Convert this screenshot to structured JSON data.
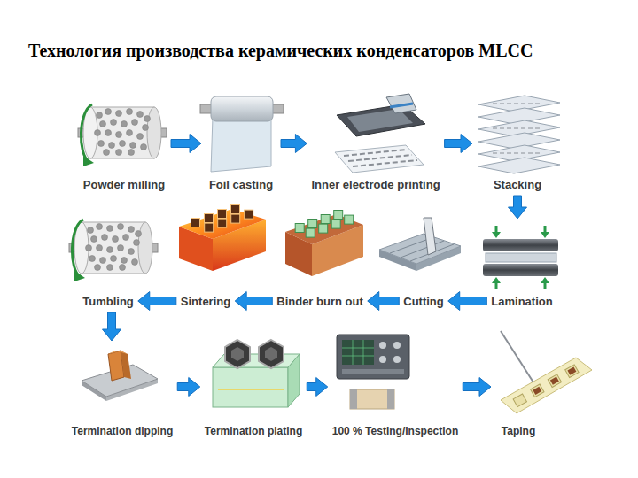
{
  "diagram": {
    "title": "Технология производства керамических конденсаторов MLCC",
    "nodes": [
      {
        "text": [
          "Powder milling"
        ]
      },
      {
        "text": [
          "Foil casting"
        ]
      },
      {
        "text": [
          "Inner electrode printing"
        ]
      },
      {
        "text": [
          "Stacking"
        ]
      },
      {
        "text": [
          "Tumbling"
        ]
      },
      {
        "text": [
          "Sintering"
        ]
      },
      {
        "text": [
          "Binder burn out"
        ]
      },
      {
        "text": [
          "Cutting"
        ]
      },
      {
        "text": [
          "Lamination"
        ]
      },
      {
        "text": [
          "Termination dipping"
        ]
      },
      {
        "text": [
          "Termination plating"
        ]
      },
      {
        "text": [
          "100 % Testing/Inspection"
        ]
      },
      {
        "text": [
          "Taping"
        ]
      }
    ],
    "edges": [
      {
        "from": 0,
        "to": 1,
        "arrow": "to"
      },
      {
        "from": 1,
        "to": 2,
        "arrow": "to"
      },
      {
        "from": 2,
        "to": 3,
        "arrow": "to"
      },
      {
        "from": 3,
        "to": 8,
        "arrow": "to"
      },
      {
        "from": 8,
        "to": 7,
        "arrow": "to"
      },
      {
        "from": 7,
        "to": 6,
        "arrow": "to"
      },
      {
        "from": 6,
        "to": 5,
        "arrow": "to"
      },
      {
        "from": 5,
        "to": 4,
        "arrow": "to"
      },
      {
        "from": 4,
        "to": 9,
        "arrow": "to"
      },
      {
        "from": 9,
        "to": 10,
        "arrow": "to"
      },
      {
        "from": 10,
        "to": 11,
        "arrow": "to"
      },
      {
        "from": 11,
        "to": 12,
        "arrow": "to"
      }
    ]
  }
}
